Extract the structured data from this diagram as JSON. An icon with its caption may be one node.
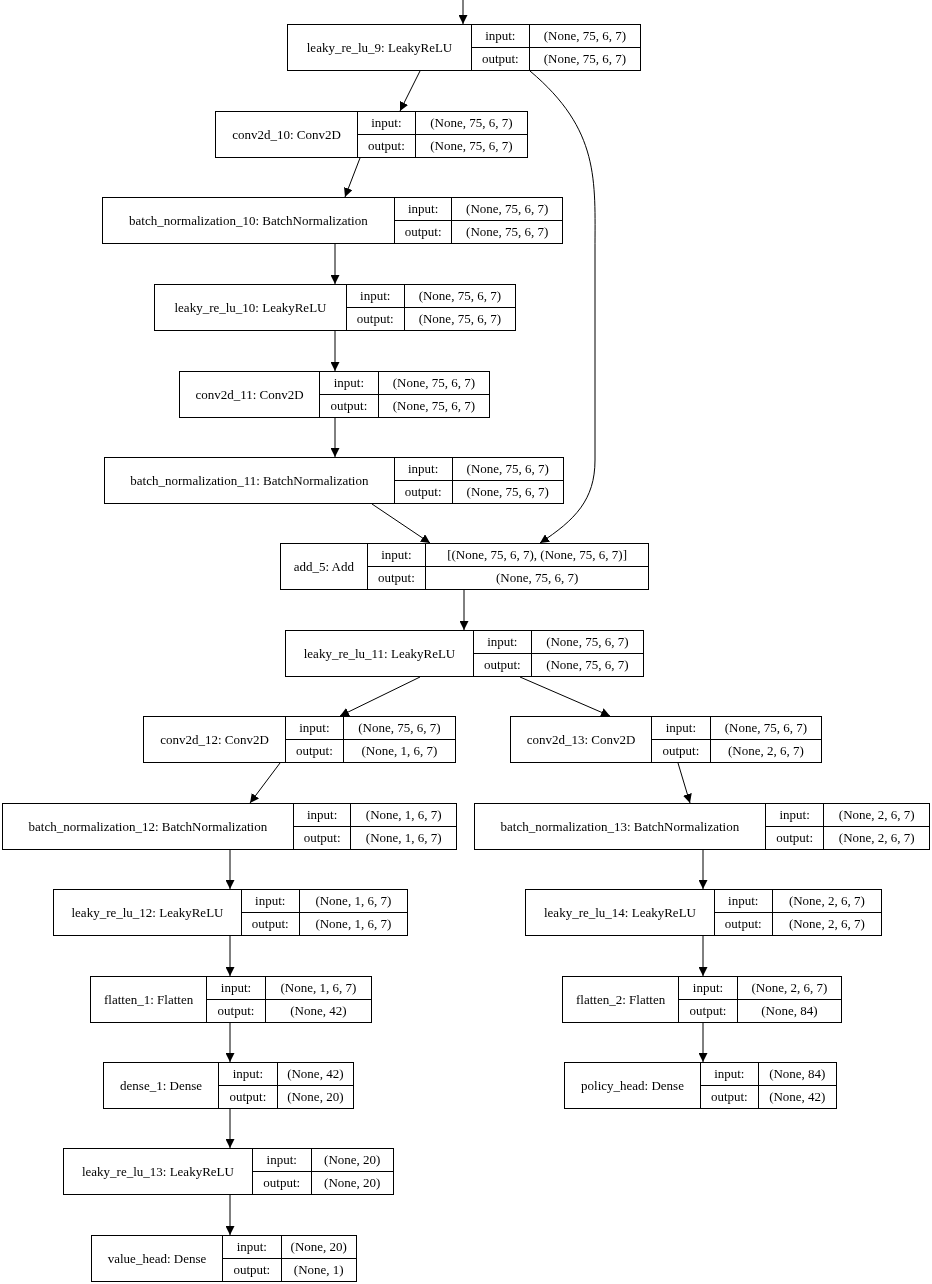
{
  "diagram": {
    "nodes": [
      {
        "text": [
          "leaky_re_lu_9: LeakyReLU",
          "input:",
          "(None, 75, 6, 7)",
          "output:",
          "(None, 75, 6, 7)"
        ]
      },
      {
        "text": [
          "conv2d_10: Conv2D",
          "input:",
          "(None, 75, 6, 7)",
          "output:",
          "(None, 75, 6, 7)"
        ]
      },
      {
        "text": [
          "batch_normalization_10: BatchNormalization",
          "input:",
          "(None, 75, 6, 7)",
          "output:",
          "(None, 75, 6, 7)"
        ]
      },
      {
        "text": [
          "leaky_re_lu_10: LeakyReLU",
          "input:",
          "(None, 75, 6, 7)",
          "output:",
          "(None, 75, 6, 7)"
        ]
      },
      {
        "text": [
          "conv2d_11: Conv2D",
          "input:",
          "(None, 75, 6, 7)",
          "output:",
          "(None, 75, 6, 7)"
        ]
      },
      {
        "text": [
          "batch_normalization_11: BatchNormalization",
          "input:",
          "(None, 75, 6, 7)",
          "output:",
          "(None, 75, 6, 7)"
        ]
      },
      {
        "text": [
          "add_5: Add",
          "input:",
          "[(None, 75, 6, 7), (None, 75, 6, 7)]",
          "output:",
          "(None, 75, 6, 7)"
        ]
      },
      {
        "text": [
          "leaky_re_lu_11: LeakyReLU",
          "input:",
          "(None, 75, 6, 7)",
          "output:",
          "(None, 75, 6, 7)"
        ]
      },
      {
        "text": [
          "conv2d_12: Conv2D",
          "input:",
          "(None, 75, 6, 7)",
          "output:",
          "(None, 1, 6, 7)"
        ]
      },
      {
        "text": [
          "conv2d_13: Conv2D",
          "input:",
          "(None, 75, 6, 7)",
          "output:",
          "(None, 2, 6, 7)"
        ]
      },
      {
        "text": [
          "batch_normalization_12: BatchNormalization",
          "input:",
          "(None, 1, 6, 7)",
          "output:",
          "(None, 1, 6, 7)"
        ]
      },
      {
        "text": [
          "batch_normalization_13: BatchNormalization",
          "input:",
          "(None, 2, 6, 7)",
          "output:",
          "(None, 2, 6, 7)"
        ]
      },
      {
        "text": [
          "leaky_re_lu_12: LeakyReLU",
          "input:",
          "(None, 1, 6, 7)",
          "output:",
          "(None, 1, 6, 7)"
        ]
      },
      {
        "text": [
          "leaky_re_lu_14: LeakyReLU",
          "input:",
          "(None, 2, 6, 7)",
          "output:",
          "(None, 2, 6, 7)"
        ]
      },
      {
        "text": [
          "flatten_1: Flatten",
          "input:",
          "(None, 1, 6, 7)",
          "output:",
          "(None, 42)"
        ]
      },
      {
        "text": [
          "flatten_2: Flatten",
          "input:",
          "(None, 2, 6, 7)",
          "output:",
          "(None, 84)"
        ]
      },
      {
        "text": [
          "dense_1: Dense",
          "input:",
          "(None, 42)",
          "output:",
          "(None, 20)"
        ]
      },
      {
        "text": [
          "policy_head: Dense",
          "input:",
          "(None, 84)",
          "output:",
          "(None, 42)"
        ]
      },
      {
        "text": [
          "leaky_re_lu_13: LeakyReLU",
          "input:",
          "(None, 20)",
          "output:",
          "(None, 20)"
        ]
      },
      {
        "text": [
          "value_head: Dense",
          "input:",
          "(None, 20)",
          "output:",
          "(None, 1)"
        ]
      }
    ],
    "edges": [
      {
        "from": null,
        "to": 0,
        "arrow": "to"
      },
      {
        "from": 0,
        "to": 1,
        "arrow": "to"
      },
      {
        "from": 0,
        "to": 6,
        "arrow": "to"
      },
      {
        "from": 1,
        "to": 2,
        "arrow": "to"
      },
      {
        "from": 2,
        "to": 3,
        "arrow": "to"
      },
      {
        "from": 3,
        "to": 4,
        "arrow": "to"
      },
      {
        "from": 4,
        "to": 5,
        "arrow": "to"
      },
      {
        "from": 5,
        "to": 6,
        "arrow": "to"
      },
      {
        "from": 6,
        "to": 7,
        "arrow": "to"
      },
      {
        "from": 7,
        "to": 8,
        "arrow": "to"
      },
      {
        "from": 7,
        "to": 9,
        "arrow": "to"
      },
      {
        "from": 8,
        "to": 10,
        "arrow": "to"
      },
      {
        "from": 9,
        "to": 11,
        "arrow": "to"
      },
      {
        "from": 10,
        "to": 12,
        "arrow": "to"
      },
      {
        "from": 11,
        "to": 13,
        "arrow": "to"
      },
      {
        "from": 12,
        "to": 14,
        "arrow": "to"
      },
      {
        "from": 13,
        "to": 15,
        "arrow": "to"
      },
      {
        "from": 14,
        "to": 16,
        "arrow": "to"
      },
      {
        "from": 15,
        "to": 17,
        "arrow": "to"
      },
      {
        "from": 16,
        "to": 18,
        "arrow": "to"
      },
      {
        "from": 18,
        "to": 19,
        "arrow": "to"
      }
    ]
  }
}
